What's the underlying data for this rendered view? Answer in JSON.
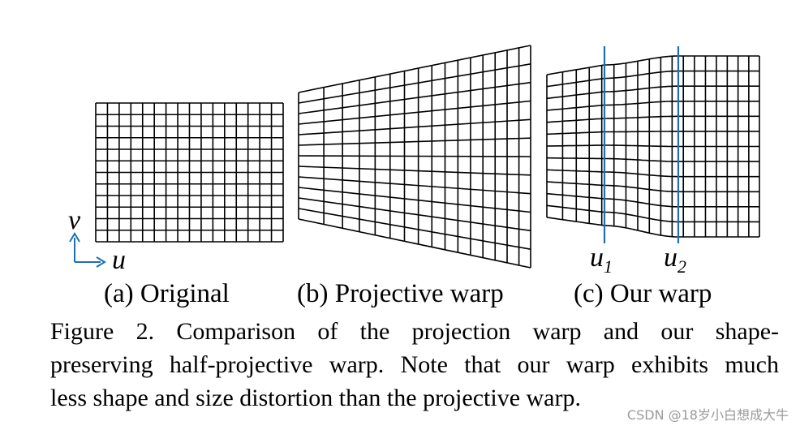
{
  "panels": {
    "a": {
      "caption": "(a) Original",
      "axis_v": "v",
      "axis_u": "u"
    },
    "b": {
      "caption": "(b) Projective warp"
    },
    "c": {
      "caption": "(c) Our warp",
      "line1_label": "u",
      "line1_sub": "1",
      "line2_label": "u",
      "line2_sub": "2"
    }
  },
  "colors": {
    "grid": "#000000",
    "accent": "#1f6fb0"
  },
  "caption": {
    "lines": [
      "Figure 2. Comparison of the projection warp and our shape-",
      "preserving half-projective warp. Note that our warp exhibits much",
      "less shape and size distortion than the projective warp."
    ]
  },
  "watermark": "CSDN @18岁小白想成大牛"
}
